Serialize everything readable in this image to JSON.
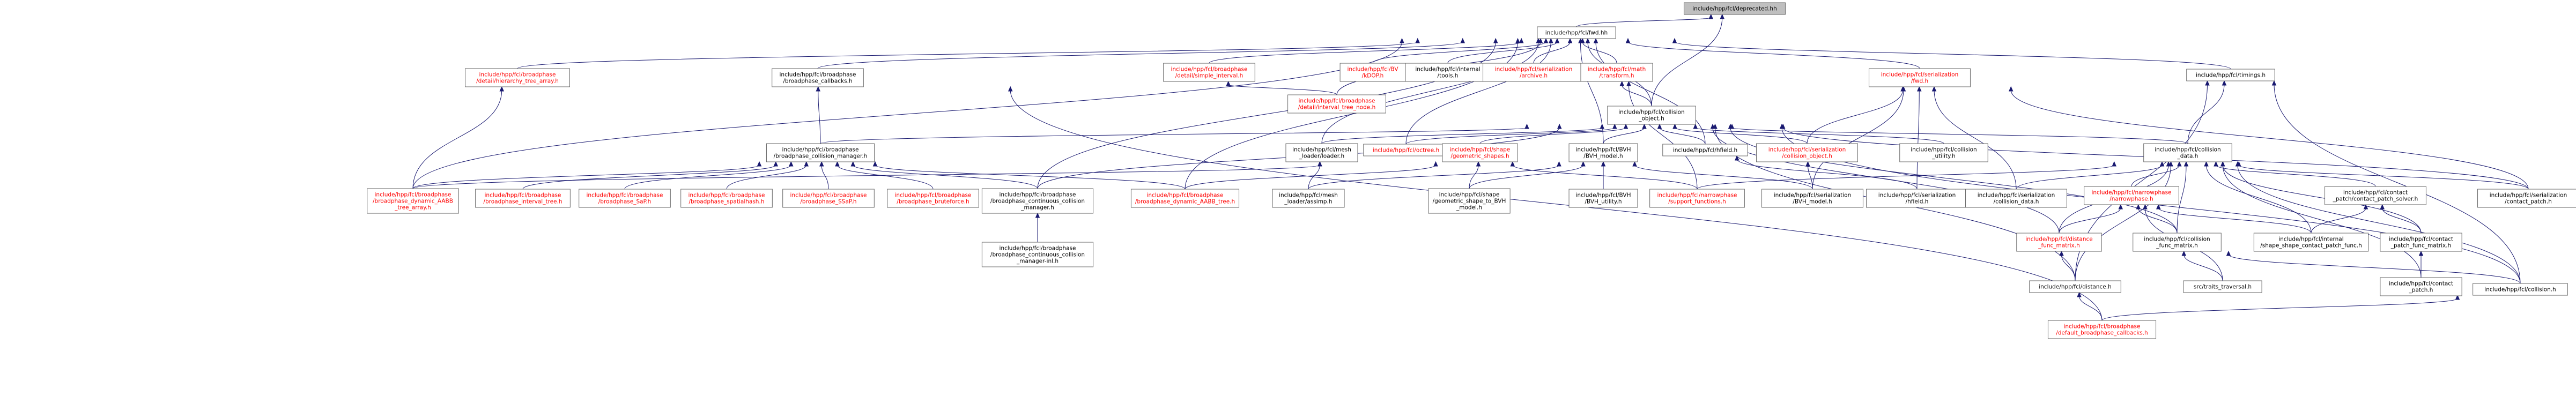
{
  "graph": {
    "root": "include/hpp/fcl/deprecated.hh",
    "nodes": {
      "deprecated": "include/hpp/fcl/deprecated.hh",
      "fwd": "include/hpp/fcl/fwd.hh",
      "hierarchy_tree_array": "include/hpp/fcl/broadphase\n/detail/hierarchy_tree_array.h",
      "broadphase_callbacks": "include/hpp/fcl/broadphase\n/broadphase_callbacks.h",
      "simple_interval": "include/hpp/fcl/broadphase\n/detail/simple_interval.h",
      "interval_tree_node": "include/hpp/fcl/broadphase\n/detail/interval_tree_node.h",
      "bv_kdop": "include/hpp/fcl/BV\n/kDOP.h",
      "internal_tools": "include/hpp/fcl/internal\n/tools.h",
      "ser_archive": "include/hpp/fcl/serialization\n/archive.h",
      "math_transform": "include/hpp/fcl/math\n/transform.h",
      "ser_fwd": "include/hpp/fcl/serialization\n/fwd.h",
      "timings": "include/hpp/fcl/timings.h",
      "collision_object": "include/hpp/fcl/collision\n_object.h",
      "collision_manager": "include/hpp/fcl/broadphase\n/broadphase_collision_manager.h",
      "mesh_loader": "include/hpp/fcl/mesh\n_loader/loader.h",
      "octree": "include/hpp/fcl/octree.h",
      "geometric_shapes": "include/hpp/fcl/shape\n/geometric_shapes.h",
      "bvh_model": "include/hpp/fcl/BVH\n/BVH_model.h",
      "hfield": "include/hpp/fcl/hfield.h",
      "ser_collision_object": "include/hpp/fcl/serialization\n/collision_object.h",
      "collision_utility": "include/hpp/fcl/collision\n_utility.h",
      "collision_data": "include/hpp/fcl/collision\n_data.h",
      "dynamic_aabb_tree_array": "include/hpp/fcl/broadphase\n/broadphase_dynamic_AABB\n_tree_array.h",
      "interval_tree": "include/hpp/fcl/broadphase\n/broadphase_interval_tree.h",
      "sap": "include/hpp/fcl/broadphase\n/broadphase_SaP.h",
      "spatialhash": "include/hpp/fcl/broadphase\n/broadphase_spatialhash.h",
      "ssap": "include/hpp/fcl/broadphase\n/broadphase_SSaP.h",
      "bruteforce": "include/hpp/fcl/broadphase\n/broadphase_bruteforce.h",
      "continuous_manager": "include/hpp/fcl/broadphase\n/broadphase_continuous_collision\n_manager.h",
      "continuous_manager_inl": "include/hpp/fcl/broadphase\n/broadphase_continuous_collision\n_manager-inl.h",
      "dynamic_aabb_tree": "include/hpp/fcl/broadphase\n/broadphase_dynamic_AABB_tree.h",
      "assimp": "include/hpp/fcl/mesh\n_loader/assimp.h",
      "shape_to_bvh": "include/hpp/fcl/shape\n/geometric_shape_to_BVH\n_model.h",
      "bvh_utility": "include/hpp/fcl/BVH\n/BVH_utility.h",
      "support_functions": "include/hpp/fcl/narrowphase\n/support_functions.h",
      "ser_bvh_model": "include/hpp/fcl/serialization\n/BVH_model.h",
      "ser_hfield": "include/hpp/fcl/serialization\n/hfield.h",
      "ser_collision_data": "include/hpp/fcl/serialization\n/collision_data.h",
      "narrowphase": "include/hpp/fcl/narrowphase\n/narrowphase.h",
      "contact_patch_solver": "include/hpp/fcl/contact\n_patch/contact_patch_solver.h",
      "ser_contact_patch": "include/hpp/fcl/serialization\n/contact_patch.h",
      "distance_func_matrix": "include/hpp/fcl/distance\n_func_matrix.h",
      "collision_func_matrix": "include/hpp/fcl/collision\n_func_matrix.h",
      "shape_shape_contact": "include/hpp/fcl/internal\n/shape_shape_contact_patch_func.h",
      "contact_patch_func_matrix": "include/hpp/fcl/contact\n_patch_func_matrix.h",
      "distance": "include/hpp/fcl/distance.h",
      "traits_traversal": "src/traits_traversal.h",
      "contact_patch": "include/hpp/fcl/contact\n_patch.h",
      "collision": "include/hpp/fcl/collision.h",
      "default_callbacks": "include/hpp/fcl/broadphase\n/default_broadphase_callbacks.h"
    },
    "edges": [
      [
        "fwd",
        "deprecated"
      ],
      [
        "collision_object",
        "deprecated"
      ],
      [
        "hierarchy_tree_array",
        "fwd"
      ],
      [
        "broadphase_callbacks",
        "fwd"
      ],
      [
        "simple_interval",
        "fwd"
      ],
      [
        "interval_tree_node",
        "fwd"
      ],
      [
        "bv_kdop",
        "fwd"
      ],
      [
        "internal_tools",
        "fwd"
      ],
      [
        "ser_archive",
        "fwd"
      ],
      [
        "math_transform",
        "fwd"
      ],
      [
        "ser_fwd",
        "fwd"
      ],
      [
        "timings",
        "fwd"
      ],
      [
        "collision_object",
        "fwd"
      ],
      [
        "mesh_loader",
        "fwd"
      ],
      [
        "octree",
        "fwd"
      ],
      [
        "bvh_model",
        "fwd"
      ],
      [
        "hfield",
        "fwd"
      ],
      [
        "dynamic_aabb_tree_array",
        "fwd"
      ],
      [
        "continuous_manager",
        "fwd"
      ],
      [
        "dynamic_aabb_tree",
        "fwd"
      ],
      [
        "interval_tree_node",
        "simple_interval"
      ],
      [
        "dynamic_aabb_tree_array",
        "hierarchy_tree_array"
      ],
      [
        "collision_manager",
        "broadphase_callbacks"
      ],
      [
        "default_callbacks",
        "broadphase_callbacks"
      ],
      [
        "collision_object",
        "math_transform"
      ],
      [
        "support_functions",
        "math_transform"
      ],
      [
        "ser_collision_object",
        "ser_fwd"
      ],
      [
        "ser_bvh_model",
        "ser_fwd"
      ],
      [
        "ser_hfield",
        "ser_fwd"
      ],
      [
        "ser_collision_data",
        "ser_fwd"
      ],
      [
        "ser_contact_patch",
        "ser_fwd"
      ],
      [
        "collision_data",
        "timings"
      ],
      [
        "distance",
        "timings"
      ],
      [
        "collision",
        "timings"
      ],
      [
        "collision_manager",
        "collision_object"
      ],
      [
        "mesh_loader",
        "collision_object"
      ],
      [
        "octree",
        "collision_object"
      ],
      [
        "geometric_shapes",
        "collision_object"
      ],
      [
        "bvh_model",
        "collision_object"
      ],
      [
        "hfield",
        "collision_object"
      ],
      [
        "ser_collision_object",
        "collision_object"
      ],
      [
        "collision_utility",
        "collision_object"
      ],
      [
        "collision_data",
        "collision_object"
      ],
      [
        "continuous_manager",
        "collision_object"
      ],
      [
        "distance_func_matrix",
        "collision_object"
      ],
      [
        "collision_func_matrix",
        "collision_object"
      ],
      [
        "distance",
        "collision_object"
      ],
      [
        "collision",
        "collision_object"
      ],
      [
        "ser_contact_patch",
        "collision_object"
      ],
      [
        "dynamic_aabb_tree_array",
        "collision_manager"
      ],
      [
        "interval_tree",
        "collision_manager"
      ],
      [
        "sap",
        "collision_manager"
      ],
      [
        "spatialhash",
        "collision_manager"
      ],
      [
        "ssap",
        "collision_manager"
      ],
      [
        "bruteforce",
        "collision_manager"
      ],
      [
        "continuous_manager",
        "collision_manager"
      ],
      [
        "dynamic_aabb_tree",
        "collision_manager"
      ],
      [
        "assimp",
        "mesh_loader"
      ],
      [
        "dynamic_aabb_tree_array",
        "geometric_shapes"
      ],
      [
        "dynamic_aabb_tree",
        "geometric_shapes"
      ],
      [
        "shape_to_bvh",
        "geometric_shapes"
      ],
      [
        "support_functions",
        "geometric_shapes"
      ],
      [
        "assimp",
        "bvh_model"
      ],
      [
        "shape_to_bvh",
        "bvh_model"
      ],
      [
        "bvh_utility",
        "bvh_model"
      ],
      [
        "ser_bvh_model",
        "bvh_model"
      ],
      [
        "ser_hfield",
        "hfield"
      ],
      [
        "ser_bvh_model",
        "ser_collision_object"
      ],
      [
        "support_functions",
        "collision_data"
      ],
      [
        "ser_collision_data",
        "collision_data"
      ],
      [
        "narrowphase",
        "collision_data"
      ],
      [
        "contact_patch_solver",
        "collision_data"
      ],
      [
        "ser_contact_patch",
        "collision_data"
      ],
      [
        "distance_func_matrix",
        "collision_data"
      ],
      [
        "collision_func_matrix",
        "collision_data"
      ],
      [
        "shape_shape_contact",
        "collision_data"
      ],
      [
        "contact_patch_func_matrix",
        "collision_data"
      ],
      [
        "distance",
        "collision_data"
      ],
      [
        "contact_patch",
        "collision_data"
      ],
      [
        "collision",
        "collision_data"
      ],
      [
        "continuous_manager_inl",
        "continuous_manager"
      ],
      [
        "distance_func_matrix",
        "narrowphase"
      ],
      [
        "collision_func_matrix",
        "narrowphase"
      ],
      [
        "shape_shape_contact",
        "narrowphase"
      ],
      [
        "traits_traversal",
        "narrowphase"
      ],
      [
        "shape_shape_contact",
        "contact_patch_solver"
      ],
      [
        "contact_patch_func_matrix",
        "contact_patch_solver"
      ],
      [
        "distance",
        "distance_func_matrix"
      ],
      [
        "traits_traversal",
        "collision_func_matrix"
      ],
      [
        "collision",
        "collision_func_matrix"
      ],
      [
        "contact_patch",
        "contact_patch_func_matrix"
      ],
      [
        "default_callbacks",
        "distance"
      ],
      [
        "default_callbacks",
        "collision"
      ]
    ]
  }
}
